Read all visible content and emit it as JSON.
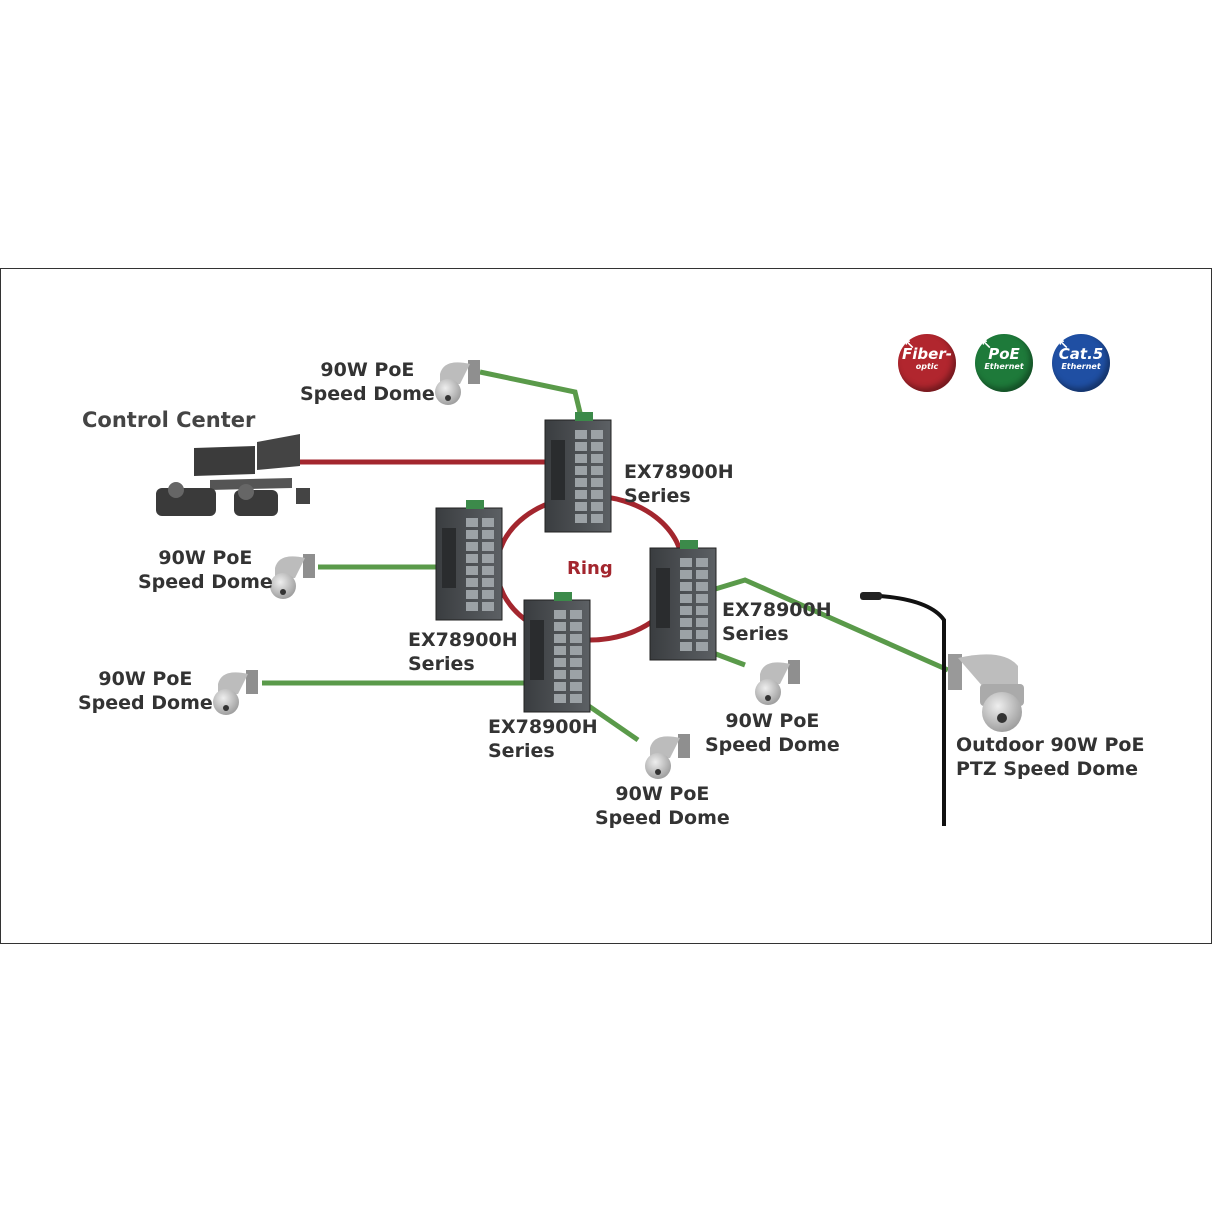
{
  "title": "Control Center",
  "ring_label": "Ring",
  "switch_labels": [
    {
      "line1": "EX78900H",
      "line2": "Series"
    },
    {
      "line1": "EX78900H",
      "line2": "Series"
    },
    {
      "line1": "EX78900H",
      "line2": "Series"
    },
    {
      "line1": "EX78900H",
      "line2": "Series"
    }
  ],
  "camera_labels": [
    {
      "line1": "90W PoE",
      "line2": "Speed Dome"
    },
    {
      "line1": "90W PoE",
      "line2": "Speed Dome"
    },
    {
      "line1": "90W PoE",
      "line2": "Speed Dome"
    },
    {
      "line1": "90W PoE",
      "line2": "Speed Dome"
    },
    {
      "line1": "90W PoE",
      "line2": "Speed Dome"
    }
  ],
  "outdoor_label": {
    "line1": "Outdoor 90W PoE",
    "line2": "PTZ Speed Dome"
  },
  "legend": [
    {
      "main": "Fiber-",
      "sub": "optic",
      "color": "#b1262e"
    },
    {
      "main": "PoE",
      "sub": "Ethernet",
      "color": "#1e7a3a"
    },
    {
      "main": "Cat.5",
      "sub": "Ethernet",
      "color": "#1f4fa3"
    }
  ],
  "colors": {
    "fiber": "#a3262e",
    "poe": "#5a9a4a"
  }
}
